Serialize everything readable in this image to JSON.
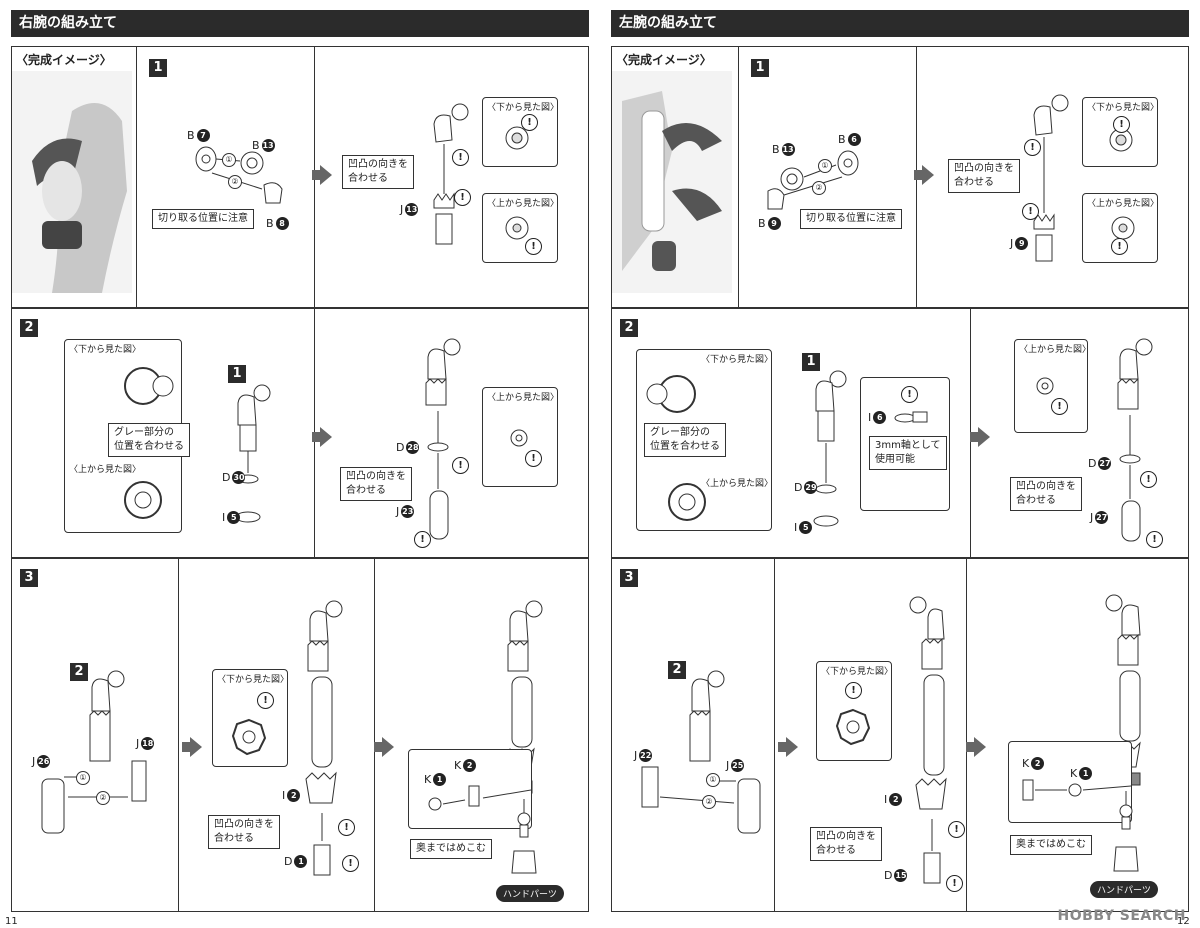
{
  "left_page": {
    "header": "右腕の組み立て",
    "completion": "〈完成イメージ〉",
    "page_number": "11",
    "step1": {
      "num": "1",
      "parts": [
        "B",
        "7",
        "B",
        "13",
        "B",
        "8",
        "J",
        "13"
      ],
      "order1": "①",
      "order2": "②",
      "cut_note": "切り取る位置に注意",
      "align_note": "凹凸の向きを\n合わせる",
      "view_bottom": "〈下から見た図〉",
      "view_top": "〈上から見た図〉"
    },
    "step2": {
      "num": "2",
      "view_bottom": "〈下から見た図〉",
      "view_top": "〈上から見た図〉",
      "gray_note": "グレー部分の\n位置を合わせる",
      "ref_step": "1",
      "parts": [
        "D",
        "30",
        "I",
        "5",
        "D",
        "28",
        "J",
        "23"
      ],
      "align_note": "凹凸の向きを\n合わせる",
      "view_top_right": "〈上から見た図〉"
    },
    "step3": {
      "num": "3",
      "ref_step": "2",
      "parts": [
        "J",
        "26",
        "J",
        "18",
        "I",
        "2",
        "D",
        "1",
        "K",
        "1",
        "K",
        "2"
      ],
      "order1": "①",
      "order2": "②",
      "view_bottom": "〈下から見た図〉",
      "align_note": "凹凸の向きを\n合わせる",
      "push_note": "奥まではめこむ",
      "hand_tag": "ハンドパーツ"
    }
  },
  "right_page": {
    "header": "左腕の組み立て",
    "completion": "〈完成イメージ〉",
    "page_number": "12",
    "step1": {
      "num": "1",
      "parts": [
        "B",
        "13",
        "B",
        "6",
        "B",
        "9",
        "J",
        "9"
      ],
      "order1": "①",
      "order2": "②",
      "cut_note": "切り取る位置に注意",
      "align_note": "凹凸の向きを\n合わせる",
      "view_bottom": "〈下から見た図〉",
      "view_top": "〈上から見た図〉"
    },
    "step2": {
      "num": "2",
      "view_bottom": "〈下から見た図〉",
      "view_top": "〈上から見た図〉",
      "gray_note": "グレー部分の\n位置を合わせる",
      "ref_step": "1",
      "parts": [
        "D",
        "29",
        "I",
        "5",
        "I",
        "6",
        "D",
        "27",
        "J",
        "27"
      ],
      "axis_note": "3mm軸として\n使用可能",
      "align_note": "凹凸の向きを\n合わせる",
      "view_top_right": "〈上から見た図〉"
    },
    "step3": {
      "num": "3",
      "ref_step": "2",
      "parts": [
        "J",
        "22",
        "J",
        "25",
        "I",
        "2",
        "D",
        "15",
        "K",
        "2",
        "K",
        "1"
      ],
      "order1": "①",
      "order2": "②",
      "view_bottom": "〈下から見た図〉",
      "align_note": "凹凸の向きを\n合わせる",
      "push_note": "奥まではめこむ",
      "hand_tag": "ハンドパーツ"
    }
  },
  "watermark": "HOBBY SEARCH",
  "icons": {
    "caution": "exclamation-caution-icon",
    "next": "next-step-arrow-icon"
  }
}
